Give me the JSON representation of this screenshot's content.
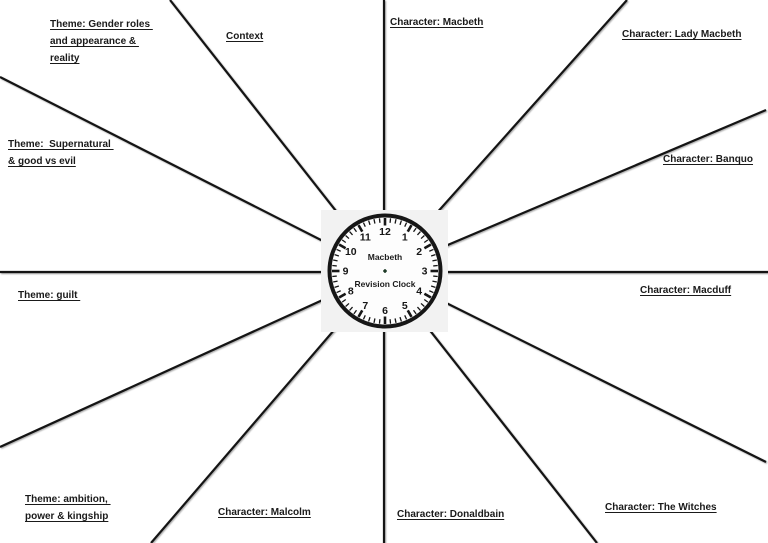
{
  "clock": {
    "title": "Macbeth",
    "subtitle": "Revision Clock",
    "numbers": [
      "12",
      "1",
      "2",
      "3",
      "4",
      "5",
      "6",
      "7",
      "8",
      "9",
      "10",
      "11"
    ],
    "face_bg": "#f2f2f2",
    "face_fill": "#fdfdfd",
    "ink_color": "#161616",
    "dot_color": "#1f3b28"
  },
  "labels": {
    "theme_gender": [
      "Theme: Gender roles ",
      "and appearance & ",
      "reality"
    ],
    "context": [
      "Context"
    ],
    "char_macbeth": [
      "Character: Macbeth"
    ],
    "char_lady_macbeth": [
      "Character: Lady Macbeth"
    ],
    "theme_supernatural": [
      "Theme:  Supernatural ",
      "& good vs evil"
    ],
    "char_banquo": [
      "Character: Banquo"
    ],
    "theme_guilt": [
      "Theme: guilt "
    ],
    "char_macduff": [
      "Character: Macduff"
    ],
    "theme_ambition": [
      "Theme: ambition, ",
      "power & kingship"
    ],
    "char_malcolm": [
      "Character: Malcolm"
    ],
    "char_donaldbain": [
      "Character: Donaldbain"
    ],
    "char_witches": [
      "Character: The Witches"
    ]
  }
}
